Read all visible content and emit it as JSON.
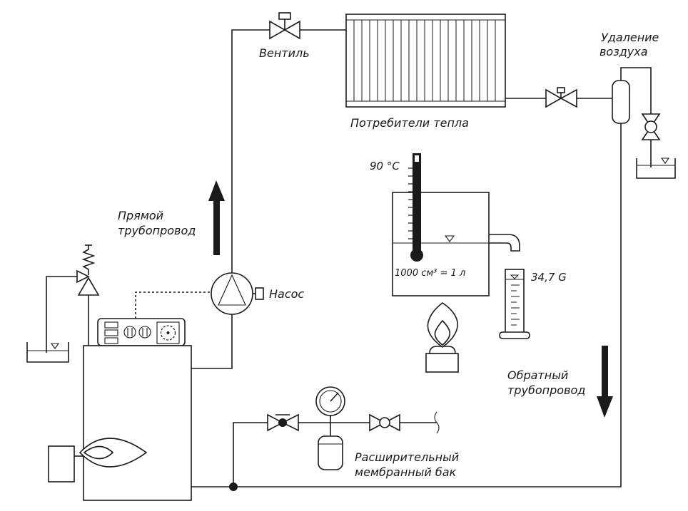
{
  "labels": {
    "valve": "Вентиль",
    "consumers": "Потребители тепла",
    "air_removal_1": "Удаление",
    "air_removal_2": "воздуха",
    "supply_1": "Прямой",
    "supply_2": "трубопровод",
    "pump": "Насос",
    "temperature": "90 °C",
    "volume": "1000 см³ = 1 л",
    "weight": "34,7 G",
    "return_1": "Обратный",
    "return_2": "трубопровод",
    "expansion_1": "Расширительный",
    "expansion_2": "мембранный бак"
  }
}
